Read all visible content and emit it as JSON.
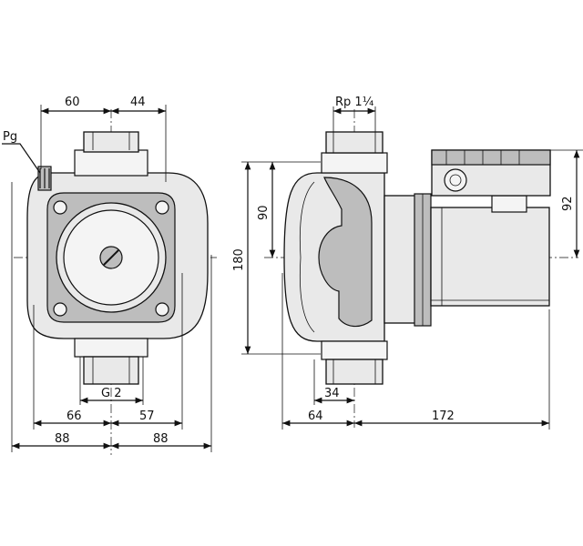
{
  "labels": {
    "pg": "Pg",
    "front_top_left": "60",
    "front_top_right": "44",
    "front_g": "G 2",
    "front_bottom_left_inner": "66",
    "front_bottom_right_inner": "57",
    "front_bottom_left_outer": "88",
    "front_bottom_right_outer": "88",
    "side_rp": "Rp 1¼",
    "side_height_inner": "90",
    "side_height_outer": "180",
    "side_right_height": "92",
    "side_bottom_inner": "34",
    "side_bottom_left": "64",
    "side_bottom_right": "172"
  }
}
